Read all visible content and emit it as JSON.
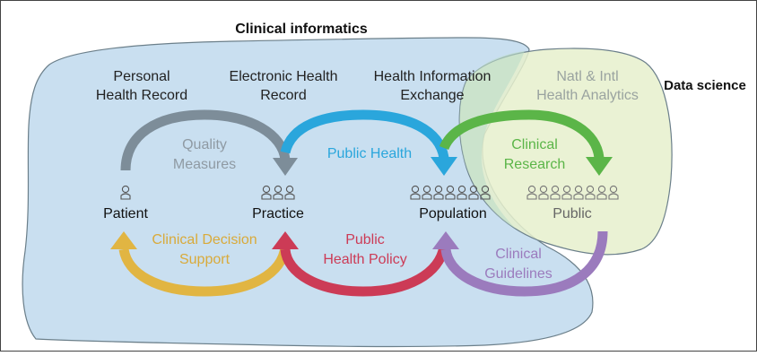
{
  "regions": {
    "clinical_informatics": "Clinical informatics",
    "data_science": "Data science"
  },
  "top_labels": {
    "personal_health_record": [
      "Personal",
      "Health Record"
    ],
    "electronic_health_record": [
      "Electronic Health",
      "Record"
    ],
    "health_information_exchange": [
      "Health Information",
      "Exchange"
    ],
    "natl_intl_health_analytics": [
      "Natl & Intl",
      "Health Analytics"
    ]
  },
  "arrow_labels": {
    "quality_measures": [
      "Quality",
      "Measures"
    ],
    "public_health": "Public Health",
    "clinical_research": [
      "Clinical",
      "Research"
    ],
    "clinical_decision_support": [
      "Clinical Decision",
      "Support"
    ],
    "public_health_policy": [
      "Public",
      "Health Policy"
    ],
    "clinical_guidelines": [
      "Clinical",
      "Guidelines"
    ]
  },
  "nodes": {
    "patient": "Patient",
    "practice": "Practice",
    "population": "Population",
    "public": "Public"
  },
  "colors": {
    "clinical_fill": "#c9dff0",
    "datascience_fill": "#e6f0cd",
    "region_stroke": "#6b7f8a",
    "gray_arrow": "#7d8d99",
    "blue_arrow": "#2aa6dc",
    "green_arrow": "#5bb548",
    "gold_arrow": "#e1b542",
    "red_arrow": "#cc3b56",
    "purple_arrow": "#9b7bbd",
    "gray_text": "#8f9aa3",
    "blue_text": "#2aa6dc",
    "green_text": "#5bb548",
    "gold_text": "#d9aa3a",
    "red_text": "#cc3b56",
    "purple_text": "#9b7bbd",
    "analytics_text": "#9aa3a0"
  }
}
